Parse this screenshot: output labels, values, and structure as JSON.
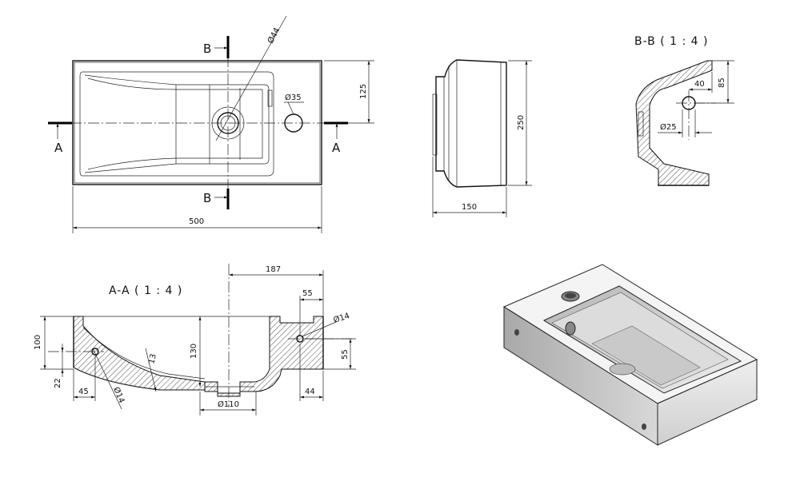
{
  "top_view": {
    "section_letter_b": "B",
    "section_letter_a": "A",
    "dia_44": "Ø44",
    "dia_35": "Ø35",
    "dim_125": "125",
    "dim_500": "500"
  },
  "side_view": {
    "dim_250": "250",
    "dim_150": "150"
  },
  "section_bb": {
    "title": "B-B ( 1 : 4 )",
    "dim_85": "85",
    "dim_40": "40",
    "dia_25": "Ø25"
  },
  "section_aa": {
    "title": "A-A ( 1 : 4 )",
    "dim_187": "187",
    "dim_55_top": "55",
    "dia_14_right": "Ø14",
    "dim_100": "100",
    "dim_22": "22",
    "dim_130": "130",
    "dim_13": "13",
    "dim_55_right": "55",
    "dim_45": "45",
    "dia_14_left": "Ø14",
    "dia_110": "Ø110",
    "dim_44": "44"
  }
}
